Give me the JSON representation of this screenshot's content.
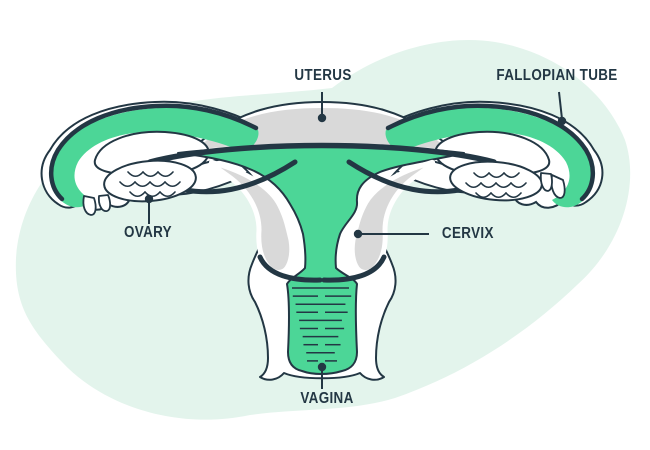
{
  "colors": {
    "background": "#ffffff",
    "blob": "#e3f4ec",
    "green": "#4cd697",
    "gray": "#d9d9d9",
    "outline": "#233744",
    "label_text": "#233744"
  },
  "labels": {
    "uterus": "UTERUS",
    "fallopian_tube": "FALLOPIAN TUBE",
    "ovary": "OVARY",
    "cervix": "CERVIX",
    "vagina": "VAGINA"
  }
}
